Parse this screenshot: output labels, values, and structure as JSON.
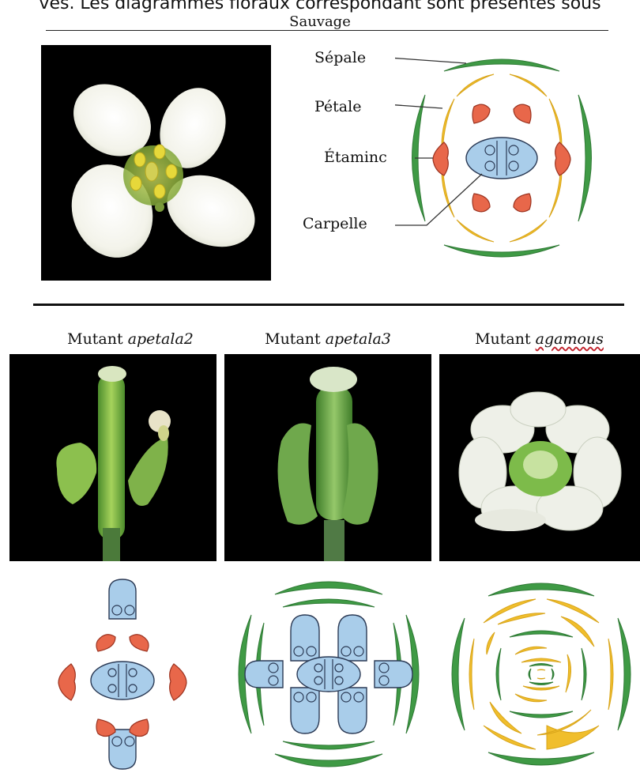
{
  "header": {
    "cut_text": "ves. Les diagrammes floraux correspondant sont présentés sous",
    "title": "Sauvage"
  },
  "wild_diagram": {
    "labels": {
      "sepale": "Sépale",
      "petale": "Pétale",
      "etamine": "Étaminc",
      "carpelle": "Carpelle"
    }
  },
  "mutants": [
    {
      "prefix": "Mutant",
      "name": "apetala2"
    },
    {
      "prefix": "Mutant",
      "name": "apetala3"
    },
    {
      "prefix": "Mutant",
      "name": "agamous"
    }
  ],
  "colors": {
    "sepal": "#3f9a45",
    "petal": "#f0be2c",
    "stamen": "#e8674a",
    "carpel": "#a9cdea",
    "outline": "#2b3a55"
  }
}
